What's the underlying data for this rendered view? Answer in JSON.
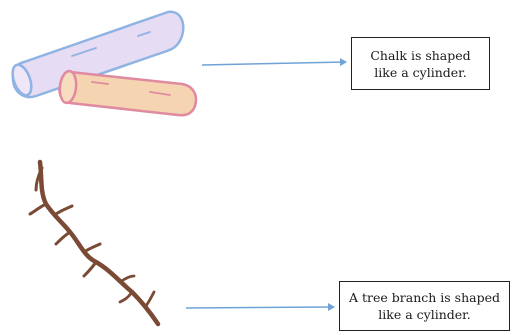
{
  "items": [
    {
      "object": "chalk",
      "label_lines": [
        "Chalk is shaped",
        "like a cylinder."
      ]
    },
    {
      "object": "tree-branch",
      "label_lines": [
        "A tree branch is shaped",
        "like a cylinder."
      ]
    }
  ],
  "colors": {
    "arrow": "#6fa3d8",
    "chalk_purple_fill": "#e6dcf3",
    "chalk_purple_outline": "#8fb3e3",
    "chalk_orange_fill": "#f5d4b2",
    "chalk_orange_outline": "#e08aa0",
    "branch": "#7a4a35",
    "box_border": "#222222"
  }
}
